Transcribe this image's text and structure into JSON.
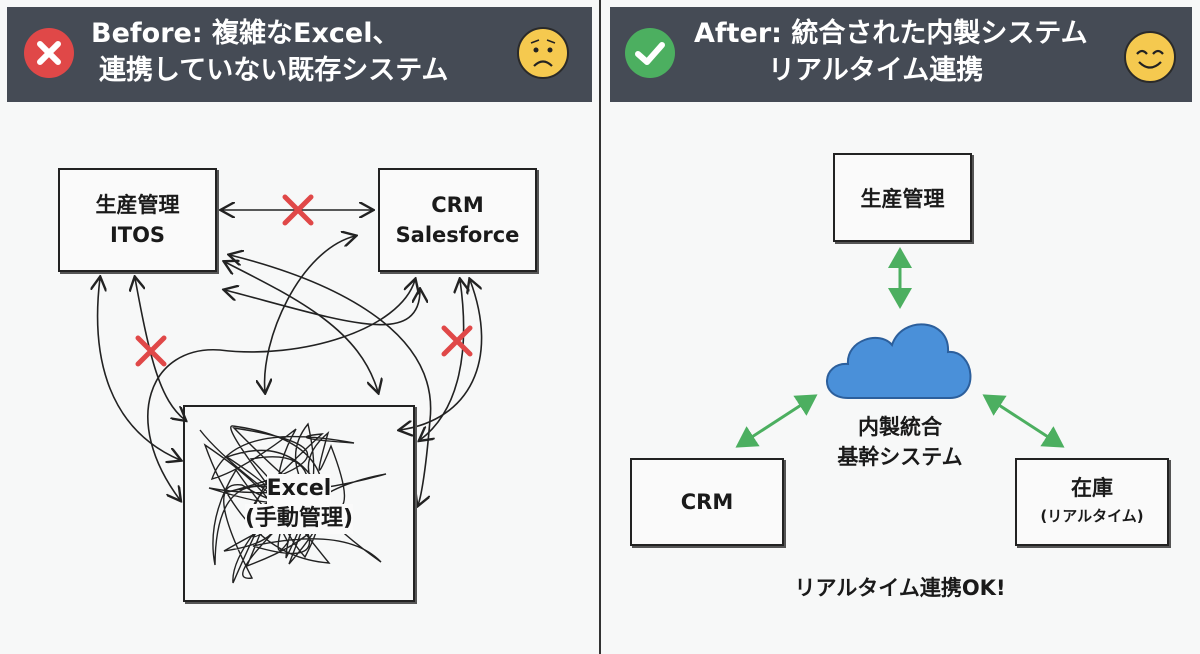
{
  "before": {
    "title_line1": "Before: 複雑なExcel、",
    "title_line2": "連携していない既存システム",
    "status_icon": "red-x-circle",
    "face_icon": "worried-face",
    "nodes": {
      "production": [
        "生産管理",
        "ITOS"
      ],
      "crm": [
        "CRM",
        "Salesforce"
      ],
      "excel": [
        "Excel",
        "(手動管理)"
      ]
    }
  },
  "after": {
    "title_line1": "After: 統合された内製システム",
    "title_line2": "リアルタイム連携",
    "status_icon": "green-check-circle",
    "face_icon": "smiling-face",
    "nodes": {
      "production": "生産管理",
      "core": [
        "内製統合",
        "基幹システム"
      ],
      "crm": "CRM",
      "inventory": [
        "在庫",
        "(リアルタイム)"
      ]
    },
    "footer": "リアルタイム連携OK!"
  },
  "colors": {
    "header": "#454b55",
    "error": "#e04848",
    "ok": "#4caf60",
    "cloud": "#4a90d9",
    "face": "#f5c94f"
  }
}
